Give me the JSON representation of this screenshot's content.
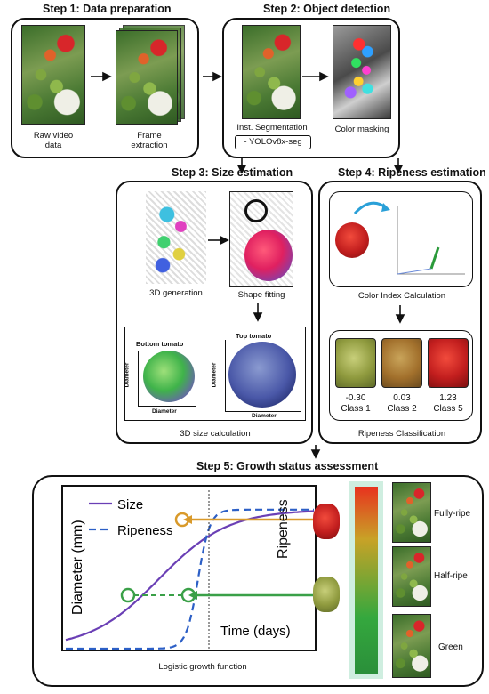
{
  "steps": {
    "s1": "Step 1: Data preparation",
    "s2": "Step 2: Object detection",
    "s3": "Step 3: Size estimation",
    "s4": "Step 4: Ripeness estimation",
    "s5": "Step 5: Growth status assessment"
  },
  "step1": {
    "raw": "Raw video data",
    "frame": "Frame extraction"
  },
  "step2": {
    "seg": "Inst. Segmentation",
    "model": "- YOLOv8x-seg",
    "mask": "Color masking"
  },
  "step3": {
    "gen": "3D generation",
    "fit": "Shape fitting",
    "bottom": "Bottom tomato",
    "top": "Top tomato",
    "axis": "Diameter",
    "calc": "3D size calculation"
  },
  "step4": {
    "cic": "Color Index Calculation",
    "classify": "Ripeness Classification",
    "classes": [
      {
        "value": "-0.30",
        "label": "Class 1"
      },
      {
        "value": "0.03",
        "label": "Class 2"
      },
      {
        "value": "1.23",
        "label": "Class 5"
      }
    ]
  },
  "step5": {
    "legend_size": "Size",
    "legend_ripeness": "Ripeness",
    "ylabel": "Diameter (mm)",
    "xlabel": "Time (days)",
    "ripeness_label": "Ripeness",
    "caption": "Logistic growth function",
    "stages": [
      "Fully-ripe",
      "Half-ripe",
      "Green"
    ]
  },
  "colors": {
    "size": "#6a3fb5",
    "ripeness": "#2c5fc6",
    "orange": "#d99a2b",
    "green": "#3aa048"
  },
  "chart_data": {
    "type": "line",
    "xlabel": "Time (days)",
    "ylabel": "Diameter (mm)",
    "series": [
      {
        "name": "Size",
        "style": "solid",
        "kind": "logistic",
        "k": 0.6,
        "x0": 4.5,
        "max": 1.0
      },
      {
        "name": "Ripeness",
        "style": "dashed",
        "kind": "logistic",
        "k": 3.5,
        "x0": 6.4,
        "max": 1.0
      }
    ],
    "xlim": [
      0,
      12
    ],
    "ylim": [
      0,
      1.05
    ],
    "grid": false,
    "legend": "top-left"
  }
}
